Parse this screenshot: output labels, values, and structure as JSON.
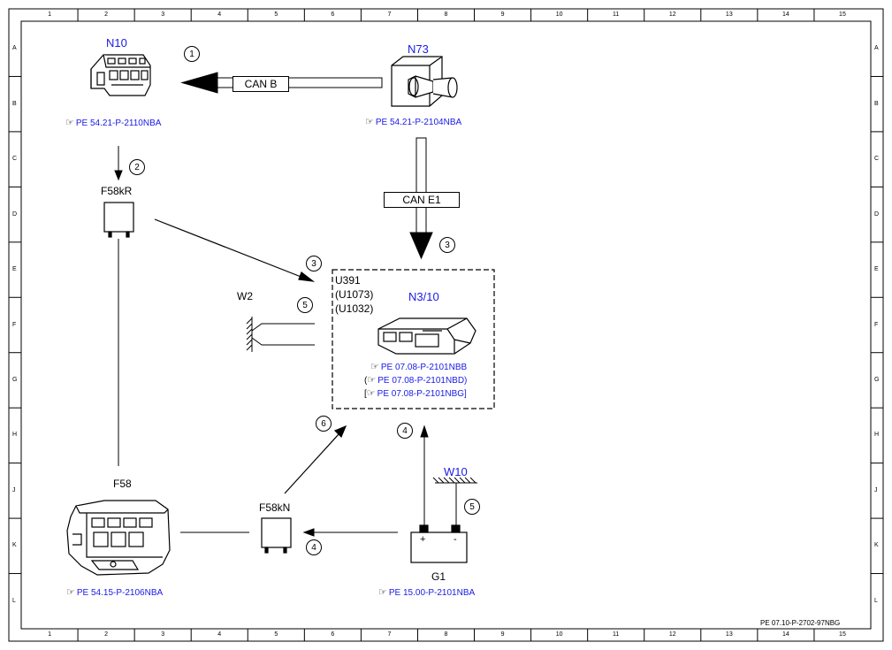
{
  "grid": {
    "columns": [
      "1",
      "2",
      "3",
      "4",
      "5",
      "6",
      "7",
      "8",
      "9",
      "10",
      "11",
      "12",
      "13",
      "14",
      "15"
    ],
    "rows": [
      "A",
      "B",
      "C",
      "D",
      "E",
      "F",
      "G",
      "H",
      "J",
      "K",
      "L"
    ]
  },
  "components": {
    "n10": {
      "name": "N10",
      "ref": "PE 54.21-P-2110NBA"
    },
    "n73": {
      "name": "N73",
      "ref": "PE 54.21-P-2104NBA"
    },
    "f58kr": {
      "name": "F58kR"
    },
    "u391": {
      "lines": [
        "U391",
        "(U1073)",
        "(U1032)"
      ]
    },
    "n310": {
      "name": "N3/10",
      "refs": [
        "PE 07.08-P-2101NBB",
        "PE 07.08-P-2101NBD)",
        "PE 07.08-P-2101NBG]"
      ],
      "prefixes": [
        "",
        "(",
        "["
      ]
    },
    "w2": {
      "name": "W2"
    },
    "f58": {
      "name": "F58",
      "ref": "PE 54.15-P-2106NBA"
    },
    "f58kn": {
      "name": "F58kN"
    },
    "w10": {
      "name": "W10"
    },
    "g1": {
      "name": "G1",
      "ref": "PE 15.00-P-2101NBA",
      "plus": "+",
      "minus": "-"
    }
  },
  "buses": {
    "can_b": "CAN B",
    "can_e1": "CAN E1"
  },
  "steps": {
    "s1": "1",
    "s2": "2",
    "s3a": "3",
    "s3b": "3",
    "s4a": "4",
    "s4b": "4",
    "s5a": "5",
    "s5b": "5",
    "s6": "6"
  },
  "footer": {
    "doc_ref": "PE 07.10-P-2702-97NBG"
  },
  "colors": {
    "reference": "#1a1ae6",
    "line": "#000000"
  }
}
